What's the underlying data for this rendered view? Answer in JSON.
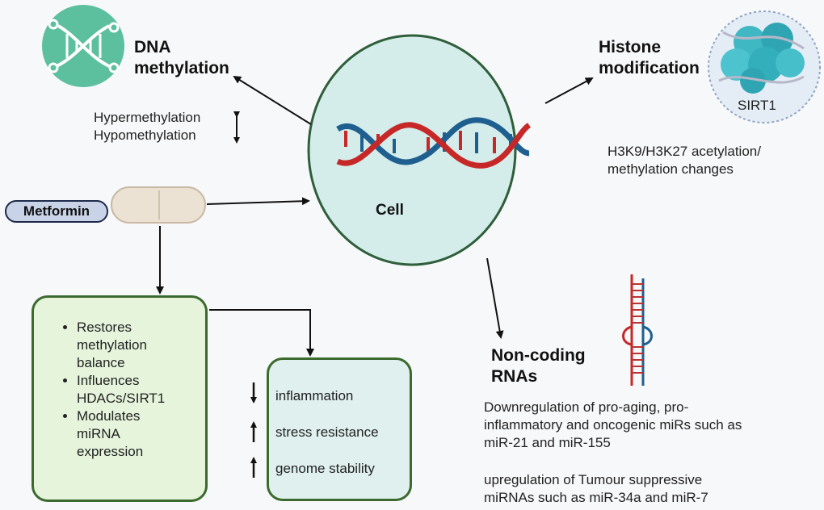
{
  "dna_methylation": {
    "title_line1": "DNA",
    "title_line2": "methylation",
    "hyper": "Hypermethylation",
    "hypo": "Hypomethylation"
  },
  "histone": {
    "title_line1": "Histone",
    "title_line2": "modification",
    "protein_label": "SIRT1",
    "desc_line1": "H3K9/H3K27 acetylation/",
    "desc_line2": "methylation changes"
  },
  "cell": {
    "label": "Cell"
  },
  "metformin": {
    "label": "Metformin"
  },
  "effects": {
    "items": [
      [
        "Restores",
        "methylation",
        "balance"
      ],
      [
        "Influences",
        "HDACs/SIRT1"
      ],
      [
        "Modulates",
        "miRNA",
        "expression"
      ]
    ]
  },
  "outcomes": {
    "items": [
      {
        "direction": "down",
        "text": "inflammation"
      },
      {
        "direction": "up",
        "text": "stress resistance"
      },
      {
        "direction": "up",
        "text": "genome stability"
      }
    ]
  },
  "ncrna": {
    "title_line1": "Non-coding",
    "title_line2": "RNAs",
    "down_line1": "Downregulation of pro-aging, pro-",
    "down_line2": "inflammatory and oncogenic miRs such as",
    "down_line3": "miR-21 and miR-155",
    "up_line1": "upregulation of Tumour suppressive",
    "up_line2": "miRNAs such as miR-34a and miR-7"
  },
  "colors": {
    "cell_fill": "#d4ecea",
    "cell_stroke": "#2f5e3a",
    "dna_red": "#c62828",
    "dna_blue": "#1f5f8f",
    "effects_fill": "#e6f4dc",
    "outcome_fill": "#dff0ee",
    "metformin_fill": "#c9d3e8",
    "dna_icon_circle": "#5cbf9e",
    "histone_fill": "#3fb8c4"
  }
}
